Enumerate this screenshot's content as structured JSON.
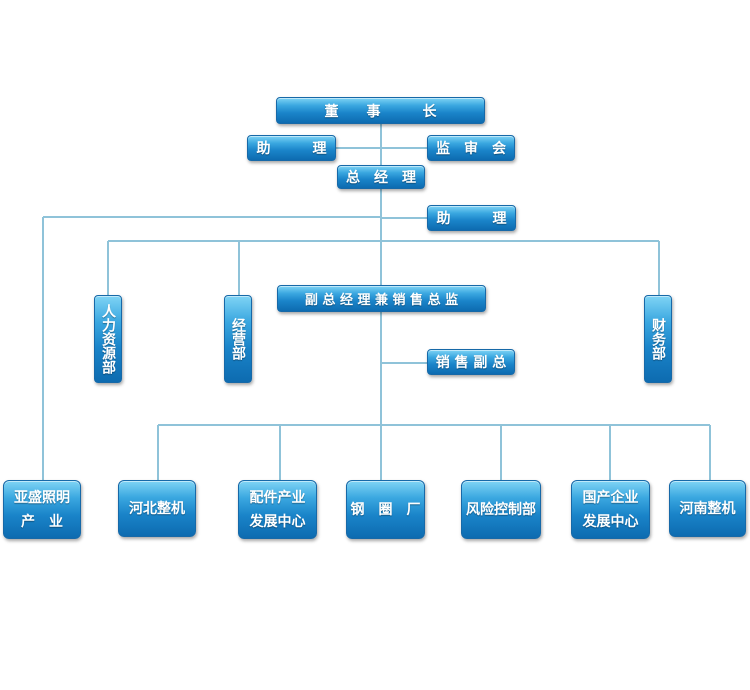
{
  "chart": {
    "chairman": "董　　事　　　长",
    "assistant_top": "助　　　理",
    "audit": "监　审　会",
    "gm": "总　经　理",
    "assistant_gm": "助　　　理",
    "hr": "人力资源部",
    "operations": "经营部",
    "vice_gm": "副 总 经 理 兼 销 售 总 监",
    "finance": "财务部",
    "sales_vp": "销 售 副 总",
    "units": [
      "亚盛照明\n产　业",
      "河北整机",
      "配件产业\n发展中心",
      "钢　圈　厂",
      "风险控制部",
      "国产企业\n发展中心",
      "河南整机"
    ]
  },
  "colors": {
    "line": "#8fc3d9",
    "node_top": "#7fd4f5",
    "node_bottom": "#0d6bb0"
  }
}
